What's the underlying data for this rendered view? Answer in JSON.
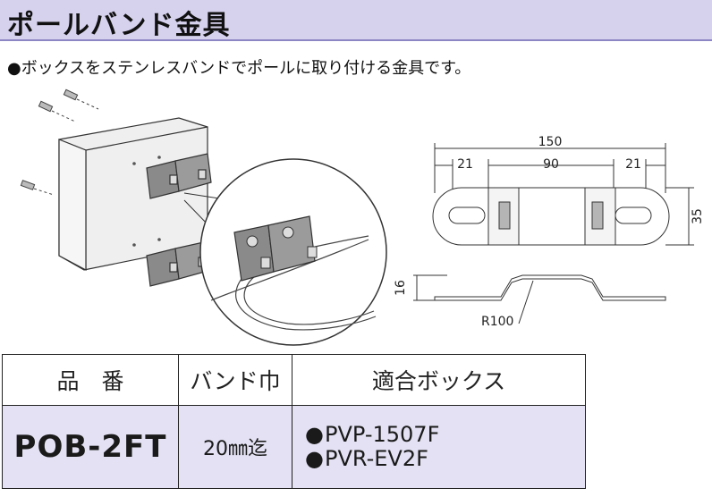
{
  "header": {
    "title": "ポールバンド金具"
  },
  "description": "●ボックスをステンレスバンドでポールに取り付ける金具です。",
  "drawing": {
    "dim_total": "150",
    "dim_left": "21",
    "dim_mid": "90",
    "dim_right": "21",
    "dim_height": "35",
    "dim_depth": "16",
    "radius_label": "R100"
  },
  "spec_table": {
    "headers": [
      "品　番",
      "バンド巾",
      "適合ボックス"
    ],
    "rows": [
      {
        "code": "POB-2FT",
        "band": "20㎜迄",
        "boxes": [
          "PVP-1507F",
          "PVR-EV2F"
        ]
      }
    ],
    "bullet": "●"
  },
  "colors": {
    "title_bg": "#d6d2ee",
    "row_bg": "#e3e1f3",
    "bracket": "#8a8a8a",
    "part_fill": "#dcdcdc"
  }
}
